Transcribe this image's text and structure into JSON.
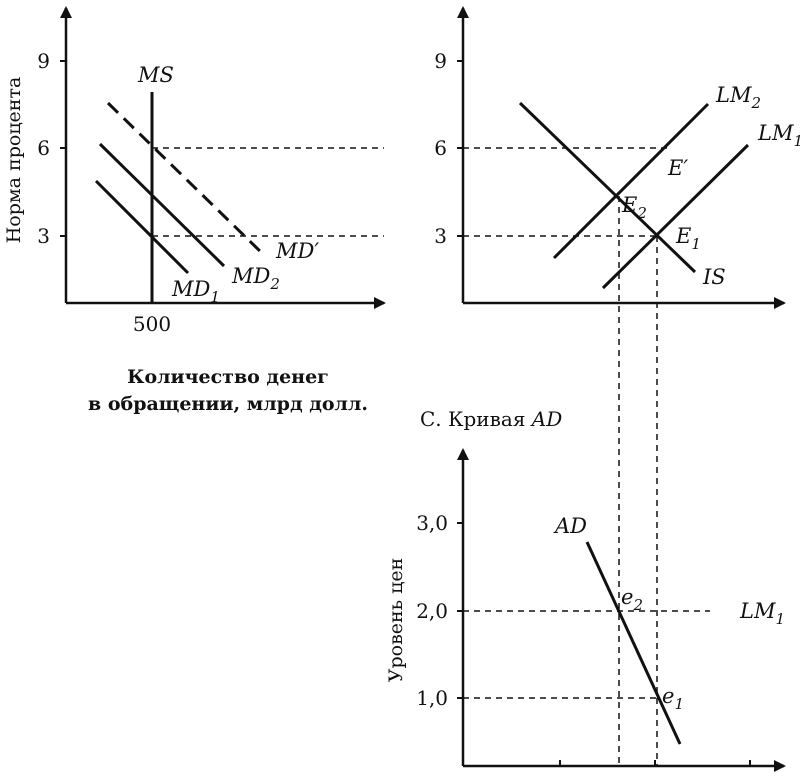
{
  "panel_a": {
    "y_axis_title": "Норма процента",
    "y_ticks": [
      "3",
      "6",
      "9"
    ],
    "x_tick": "500",
    "x_axis_title_line1": "Количество денег",
    "x_axis_title_line2": "в обращении, млрд долл.",
    "ms_label": "MS",
    "md1": {
      "base": "MD",
      "sub": "1"
    },
    "md2": {
      "base": "MD",
      "sub": "2"
    },
    "md_prime": "MD′"
  },
  "panel_b": {
    "y_ticks": [
      "3",
      "6",
      "9"
    ],
    "lm1": {
      "base": "LM",
      "sub": "1"
    },
    "lm2": {
      "base": "LM",
      "sub": "2"
    },
    "is_label": "IS",
    "e1": {
      "base": "E",
      "sub": "1"
    },
    "e2": {
      "base": "E",
      "sub": "2"
    },
    "e_prime": "E′"
  },
  "panel_c": {
    "caption_prefix": "С. Кривая ",
    "caption_curve": "AD",
    "y_axis_title": "Уровень цен",
    "y_ticks": [
      "1,0",
      "2,0",
      "3,0"
    ],
    "ad_label": "AD",
    "lm1": {
      "base": "LM",
      "sub": "1"
    },
    "e1": {
      "base": "e",
      "sub": "1"
    },
    "e2": {
      "base": "e",
      "sub": "2"
    }
  }
}
